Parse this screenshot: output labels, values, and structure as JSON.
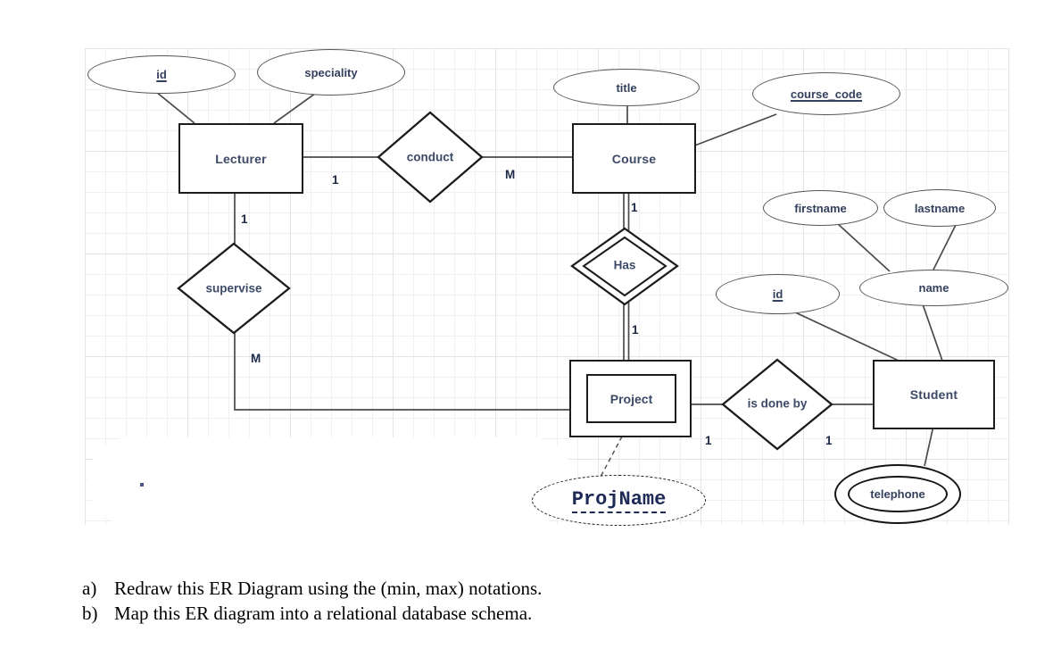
{
  "diagram": {
    "entities": {
      "lecturer": {
        "label": "Lecturer"
      },
      "course": {
        "label": "Course"
      },
      "project": {
        "label": "Project",
        "weak": true
      },
      "student": {
        "label": "Student"
      }
    },
    "relationships": {
      "conduct": {
        "label": "conduct"
      },
      "supervise": {
        "label": "supervise"
      },
      "has": {
        "label": "Has",
        "identifying": true
      },
      "is_done_by": {
        "label": "is done by"
      }
    },
    "attributes": {
      "lecturer_id": {
        "label": "id",
        "key": true
      },
      "speciality": {
        "label": "speciality"
      },
      "title": {
        "label": "title"
      },
      "course_code": {
        "label": "course_code",
        "key": true
      },
      "firstname": {
        "label": "firstname"
      },
      "lastname": {
        "label": "lastname"
      },
      "student_id": {
        "label": "id",
        "key": true
      },
      "name": {
        "label": "name",
        "composite_of": [
          "firstname",
          "lastname"
        ]
      },
      "telephone": {
        "label": "telephone",
        "multivalued": true
      },
      "projname": {
        "label": "ProjName",
        "partial_key": true
      }
    },
    "cardinalities": {
      "lecturer_conduct": "1",
      "conduct_course": "M",
      "lecturer_supervise": "1",
      "supervise_project": "M",
      "course_has": "1",
      "has_project": "1",
      "project_is_done_by": "1",
      "is_done_by_student": "1"
    },
    "colors": {
      "shape_border": "#1c1c1c",
      "connector": "#4a4a4a",
      "label_text": "#3c4a68",
      "cardinality_text": "#1c2947"
    }
  },
  "questions": {
    "a": {
      "marker": "a)",
      "text": "Redraw this ER Diagram using the (min, max) notations."
    },
    "b": {
      "marker": "b)",
      "text": "Map this ER diagram into a relational database schema."
    }
  }
}
